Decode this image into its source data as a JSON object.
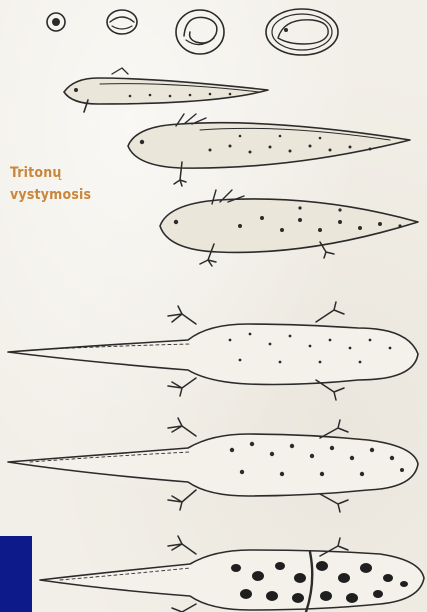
{
  "figure": {
    "caption_lines": [
      "Tritonų",
      "vystymosis"
    ],
    "colors": {
      "caption": "#c9873c",
      "ink": "#2b2b2b",
      "paper": "#f2efe8",
      "corner_tab": "#0c1a8a"
    },
    "stages": [
      {
        "name": "egg"
      },
      {
        "name": "early-embryo"
      },
      {
        "name": "curled-embryo"
      },
      {
        "name": "late-embryo"
      },
      {
        "name": "hatchling-larva"
      },
      {
        "name": "larva-with-forelegs"
      },
      {
        "name": "larva-with-hindlegs"
      },
      {
        "name": "juvenile-newt"
      },
      {
        "name": "young-newt"
      },
      {
        "name": "adult-newt"
      }
    ]
  }
}
